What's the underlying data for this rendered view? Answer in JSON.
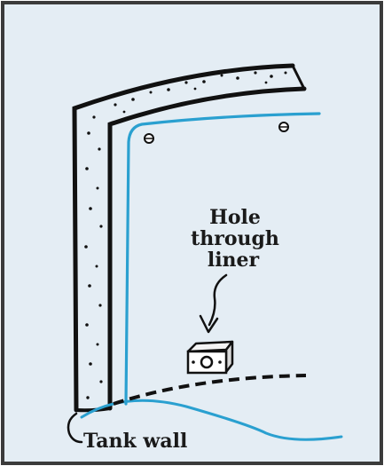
{
  "labels": {
    "hole_line1": "Hole",
    "hole_line2": "through",
    "hole_line3": "liner",
    "tank_wall": "Tank wall"
  },
  "colors": {
    "background": "#e4edf4",
    "frame": "#3b3b3b",
    "liner": "#2aa0d0",
    "ink": "#111111"
  }
}
